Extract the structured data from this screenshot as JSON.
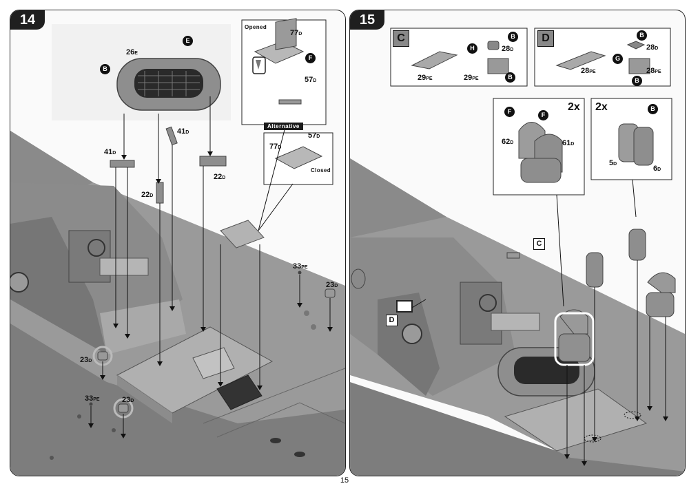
{
  "page_number": "15",
  "step14": {
    "number": "14",
    "parts": {
      "raft": {
        "num": "26",
        "sub": "E"
      },
      "p41a": {
        "num": "41",
        "sub": "D"
      },
      "p41b": {
        "num": "41",
        "sub": "D"
      },
      "p22a": {
        "num": "22",
        "sub": "D"
      },
      "p22b": {
        "num": "22",
        "sub": "D"
      },
      "p77o": {
        "num": "77",
        "sub": "D"
      },
      "p57o": {
        "num": "57",
        "sub": "D"
      },
      "p57c": {
        "num": "57",
        "sub": "D"
      },
      "p77c": {
        "num": "77",
        "sub": "D"
      },
      "p33a": {
        "num": "33",
        "sub": "PE"
      },
      "p33b": {
        "num": "33",
        "sub": "PE"
      },
      "p23a": {
        "num": "23",
        "sub": "D"
      },
      "p23b": {
        "num": "23",
        "sub": "D"
      },
      "p23c": {
        "num": "23",
        "sub": "D"
      }
    },
    "markers": {
      "e": "E",
      "b": "B",
      "f": "F"
    },
    "opened_label": "Opened",
    "alternative_label": "Alternative",
    "closed_label": "Closed"
  },
  "step15": {
    "number": "15",
    "sub_c": {
      "letter": "C",
      "p29a": {
        "num": "29",
        "sub": "PE"
      },
      "p29b": {
        "num": "29",
        "sub": "PE"
      },
      "p28": {
        "num": "28",
        "sub": "D"
      },
      "m_b1": "B",
      "m_h": "H",
      "m_b2": "B"
    },
    "sub_d": {
      "letter": "D",
      "p28a": {
        "num": "28",
        "sub": "PE"
      },
      "p28b": {
        "num": "28",
        "sub": "PE"
      },
      "p28d": {
        "num": "28",
        "sub": "D"
      },
      "m_b1": "B",
      "m_g": "G",
      "m_b2": "B"
    },
    "vent": {
      "count": "2x",
      "p62": {
        "num": "62",
        "sub": "D"
      },
      "p61": {
        "num": "61",
        "sub": "D"
      },
      "m_f1": "F",
      "m_f2": "F"
    },
    "tank": {
      "count": "2x",
      "p5": {
        "num": "5",
        "sub": "D"
      },
      "p6": {
        "num": "6",
        "sub": "D"
      },
      "m_b": "B"
    },
    "callout_c": "C",
    "callout_d": "D"
  },
  "colors": {
    "hull": "#8f8f8f",
    "hull_dark": "#6f6f6f",
    "deck": "#a6a6a6",
    "panel_bg": "#fafafa",
    "marker": "#111111"
  }
}
